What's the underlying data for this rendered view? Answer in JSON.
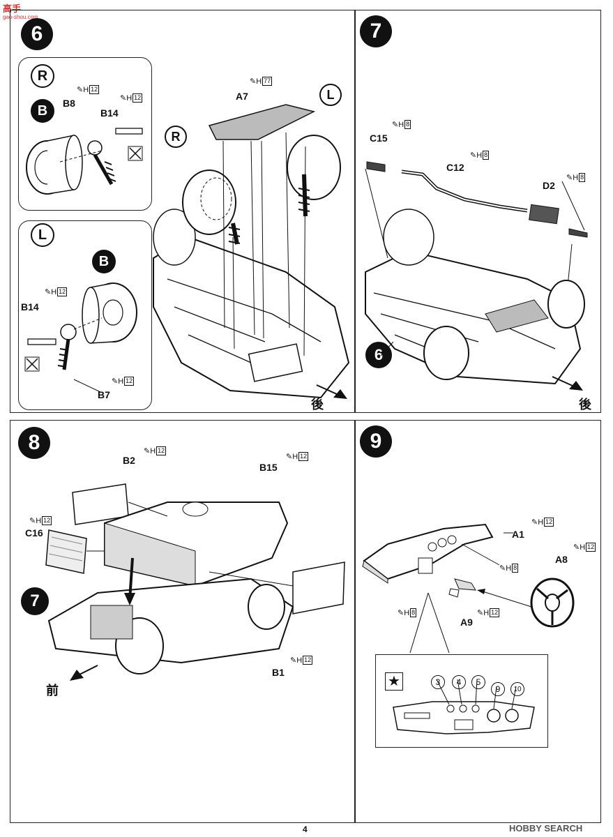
{
  "watermark_top": {
    "glyphs": "高手",
    "sub": "gao-shou.com"
  },
  "watermark_bottom": "HOBBY SEARCH",
  "page_number": "4",
  "paint_codes": {
    "h12": "12",
    "h77": "77",
    "h8": "8",
    "H": "H"
  },
  "steps": {
    "s6": {
      "number": "6",
      "inset_r": {
        "badge": "R",
        "part_b": "B",
        "label_b8": "B8",
        "label_b14": "B14"
      },
      "inset_l": {
        "badge": "L",
        "part_b": "B",
        "label_b14": "B14",
        "label_b7": "B7"
      },
      "main": {
        "label_a7": "A7",
        "badge_r": "R",
        "badge_l": "L",
        "direction": "後"
      }
    },
    "s7": {
      "number": "7",
      "label_c15": "C15",
      "label_c12": "C12",
      "label_d2": "D2",
      "ref_step": "6",
      "direction": "後"
    },
    "s8": {
      "number": "8",
      "label_b2": "B2",
      "label_b15": "B15",
      "label_c16": "C16",
      "label_b1": "B1",
      "ref_step": "7",
      "direction": "前"
    },
    "s9": {
      "number": "9",
      "label_a1": "A1",
      "label_a8": "A8",
      "label_a9": "A9",
      "decal_numbers": [
        "3",
        "4",
        "5",
        "9",
        "10"
      ]
    }
  }
}
